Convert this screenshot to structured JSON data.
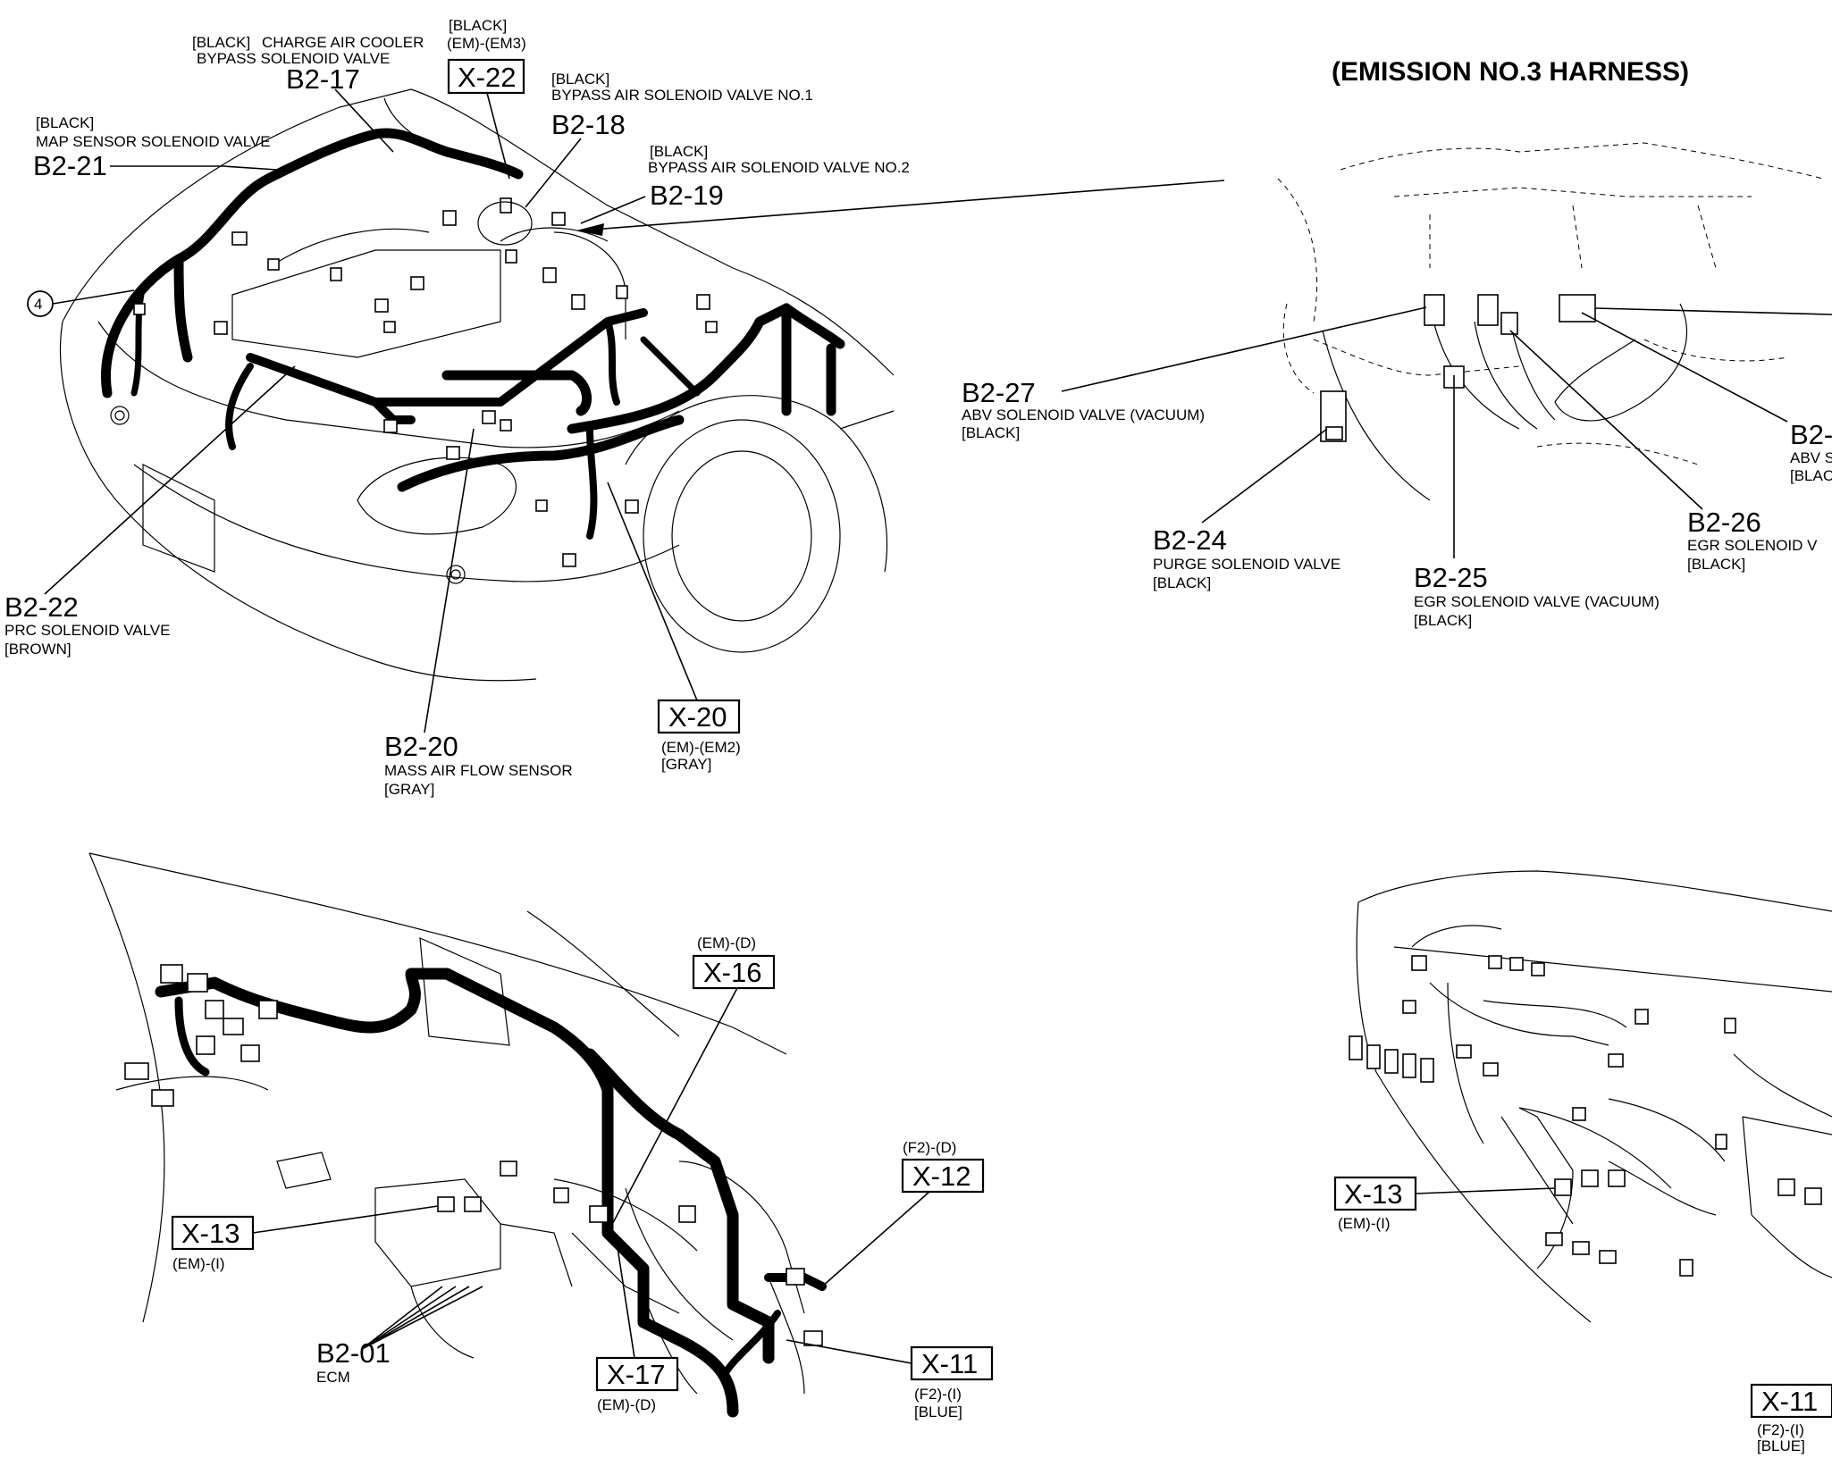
{
  "title": "(EMISSION NO.3 HARNESS)",
  "engine_bay": {
    "b2_17": {
      "code": "B2-17",
      "color": "[BLACK]",
      "name_line1": "CHARGE AIR COOLER",
      "name_line2": "BYPASS SOLENOID VALVE"
    },
    "x_22": {
      "code": "X-22",
      "color": "[BLACK]",
      "spec": "(EM)-(EM3)"
    },
    "b2_18": {
      "code": "B2-18",
      "color": "[BLACK]",
      "name": "BYPASS AIR SOLENOID VALVE NO.1"
    },
    "b2_19": {
      "code": "B2-19",
      "color": "[BLACK]",
      "name": "BYPASS AIR SOLENOID VALVE NO.2"
    },
    "b2_21": {
      "code": "B2-21",
      "color": "[BLACK]",
      "name": "MAP SENSOR SOLENOID VALVE"
    },
    "ref_4": "4",
    "b2_22": {
      "code": "B2-22",
      "name": "PRC SOLENOID VALVE",
      "color": "[BROWN]"
    },
    "b2_20": {
      "code": "B2-20",
      "name": "MASS AIR FLOW SENSOR",
      "color": "[GRAY]"
    },
    "x_20": {
      "code": "X-20",
      "spec": "(EM)-(EM2)",
      "color": "[GRAY]"
    }
  },
  "emission_detail": {
    "b2_27": {
      "code": "B2-27",
      "name": "ABV SOLENOID VALVE (VACUUM)",
      "color": "[BLACK]"
    },
    "b2_28": {
      "code": "B2-",
      "name": "ABV S",
      "color": "[BLAC"
    },
    "b2_26": {
      "code": "B2-26",
      "name": "EGR SOLENOID V",
      "color": "[BLACK]"
    },
    "b2_24": {
      "code": "B2-24",
      "name": "PURGE SOLENOID VALVE",
      "color": "[BLACK]"
    },
    "b2_25": {
      "code": "B2-25",
      "name": "EGR SOLENOID VALVE (VACUUM)",
      "color": "[BLACK]"
    }
  },
  "dashboard_left": {
    "x_16": {
      "code": "X-16",
      "spec": "(EM)-(D)"
    },
    "x_12": {
      "code": "X-12",
      "spec": "(F2)-(D)"
    },
    "x_13": {
      "code": "X-13",
      "spec": "(EM)-(I)"
    },
    "b2_01": {
      "code": "B2-01",
      "name": "ECM"
    },
    "x_17": {
      "code": "X-17",
      "spec": "(EM)-(D)"
    },
    "x_11": {
      "code": "X-11",
      "spec": "(F2)-(I)",
      "color": "[BLUE]"
    }
  },
  "dashboard_right": {
    "x_13": {
      "code": "X-13",
      "spec": "(EM)-(I)"
    },
    "x_11": {
      "code": "X-11",
      "spec": "(F2)-(I)",
      "color": "[BLUE]"
    }
  }
}
